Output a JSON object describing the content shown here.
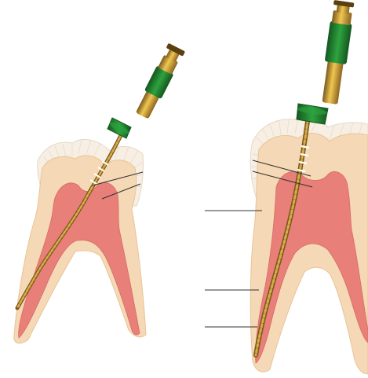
{
  "diagram": {
    "panels": [
      {
        "id": "left",
        "subject": "molar-with-endodontic-file",
        "leader_lines": 2
      },
      {
        "id": "right",
        "subject": "magnified-molar-with-endodontic-file",
        "leader_lines": 5
      }
    ],
    "colors": {
      "enamel": "#f7efe4",
      "enamel_ridge": "#e6d8c6",
      "dentin": "#f5d8b5",
      "dentin_edge": "#e9c497",
      "pulp": "#e87f79",
      "pulp_edge": "#d86a66",
      "file_shaft": "#b88e38",
      "file_shaft_dark": "#7a5a1c",
      "handle_gold": "#d9a52a",
      "handle_green": "#218a32",
      "handle_green_dark": "#14561f",
      "leader": "#333333"
    }
  }
}
